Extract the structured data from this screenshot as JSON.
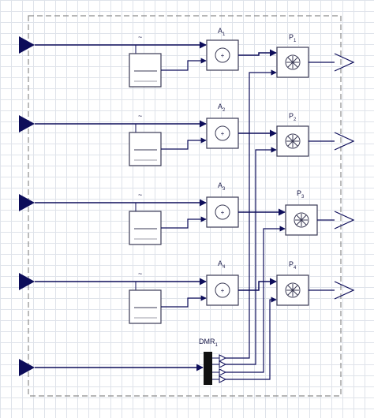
{
  "diagram": {
    "adders": [
      {
        "label": "A",
        "sub": "1",
        "symbol": "+"
      },
      {
        "label": "A",
        "sub": "2",
        "symbol": "+"
      },
      {
        "label": "A",
        "sub": "3",
        "symbol": "+"
      },
      {
        "label": "A",
        "sub": "4",
        "symbol": "+"
      }
    ],
    "products": [
      {
        "label": "P",
        "sub": "1"
      },
      {
        "label": "P",
        "sub": "2"
      },
      {
        "label": "P",
        "sub": "3"
      },
      {
        "label": "P",
        "sub": "4"
      }
    ],
    "filters": [
      {
        "label": "~"
      },
      {
        "label": "~"
      },
      {
        "label": "~"
      },
      {
        "label": "~"
      }
    ],
    "demux": {
      "label": "DMR",
      "sub": "1"
    },
    "colors": {
      "wire": "#0d0d5a",
      "block": "#3a3a55",
      "border": "#8c8c8c"
    }
  }
}
